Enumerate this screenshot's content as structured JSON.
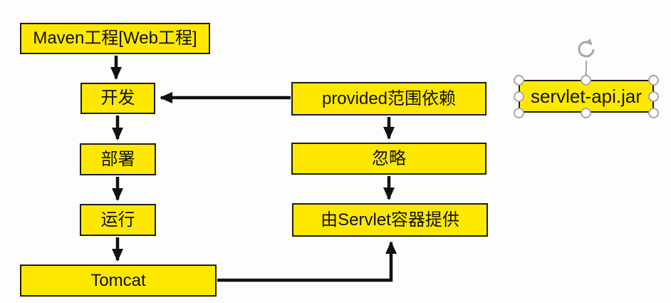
{
  "diagram": {
    "nodes": {
      "maven": {
        "label": "Maven工程[Web工程]"
      },
      "develop": {
        "label": "开发"
      },
      "deploy": {
        "label": "部署"
      },
      "run": {
        "label": "运行"
      },
      "tomcat": {
        "label": "Tomcat"
      },
      "provided": {
        "label": "provided范围依赖"
      },
      "ignore": {
        "label": "忽略"
      },
      "servlet_container": {
        "label": "由Servlet容器提供"
      },
      "servlet_api": {
        "label": "servlet-api.jar",
        "selected": true
      }
    },
    "edges": [
      {
        "from": "Maven工程[Web工程]",
        "to": "开发"
      },
      {
        "from": "开发",
        "to": "部署"
      },
      {
        "from": "部署",
        "to": "运行"
      },
      {
        "from": "运行",
        "to": "Tomcat"
      },
      {
        "from": "provided范围依赖",
        "to": "开发"
      },
      {
        "from": "provided范围依赖",
        "to": "忽略"
      },
      {
        "from": "忽略",
        "to": "由Servlet容器提供"
      },
      {
        "from": "Tomcat",
        "to": "由Servlet容器提供"
      }
    ],
    "colors": {
      "background": "#fdfdfd",
      "box_fill": "#ffe800",
      "box_border": "#1c1c1c",
      "arrow": "#111111",
      "handle_fill": "#ffffff",
      "handle_border": "#a6a6a6"
    }
  }
}
